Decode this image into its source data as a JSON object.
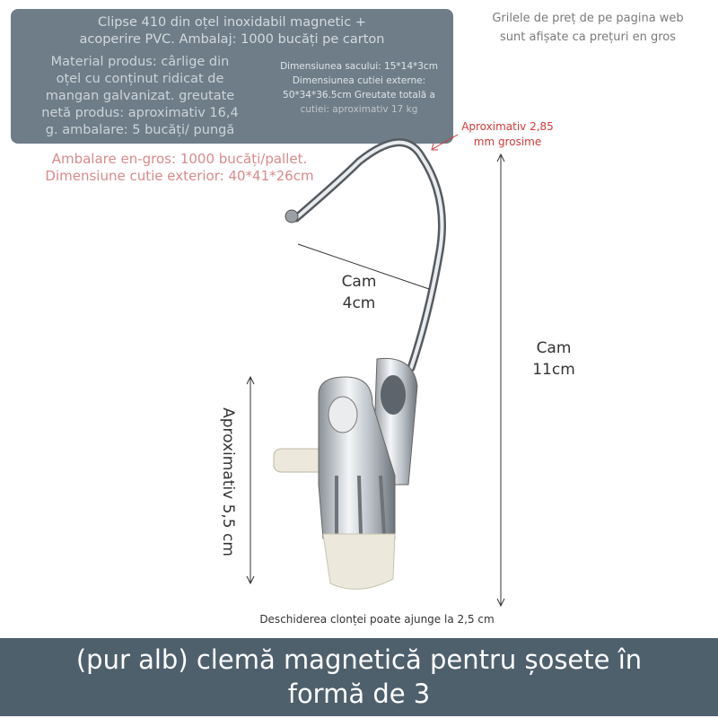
{
  "specs_box": {
    "material_lines": [
      "Material produs: cârlige din",
      "oțel cu conținut ridicat de",
      "mangan galvanizat. greutate",
      "netă produs: aproximativ 16,4",
      "g. ambalare: 5 bucăți/ pungă"
    ],
    "clip_lines": [
      "Clipse 410 din oțel inoxidabil magnetic +",
      "acoperire PVC. Ambalaj: 1000 bucăți pe carton"
    ],
    "dimension_lines": [
      "Dimensiunea sacului: 15*14*3cm",
      "Dimensiunea cutiei externe:",
      "50*34*36.5cm Greutate totală a",
      "cutiei: aproximativ 17 kg"
    ]
  },
  "price_note": [
    "Grilele de preț de pe pagina web",
    "sunt afișate ca prețuri en gros"
  ],
  "wholesale": [
    "Ambalare en-gros: 1000 bucăți/pallet.",
    "Dimensiune cutie exterior: 40*41*26cm"
  ],
  "thickness": [
    "Aproximativ 2,85",
    "mm grosime"
  ],
  "hook_width": [
    "Cam",
    "4cm"
  ],
  "total_height": [
    "Cam",
    "11cm"
  ],
  "clip_height": "Aproximativ 5,5 cm",
  "opening_note": "Deschiderea clonței poate ajunge la 2,5 cm",
  "caption": [
    "(pur alb) clemă magnetică pentru șosete în",
    "formă de 3"
  ],
  "colors": {
    "box": "#6e7d88",
    "band": "#4f606d",
    "red_text": "#d98a8a",
    "accent_red": "#d03a3a"
  }
}
